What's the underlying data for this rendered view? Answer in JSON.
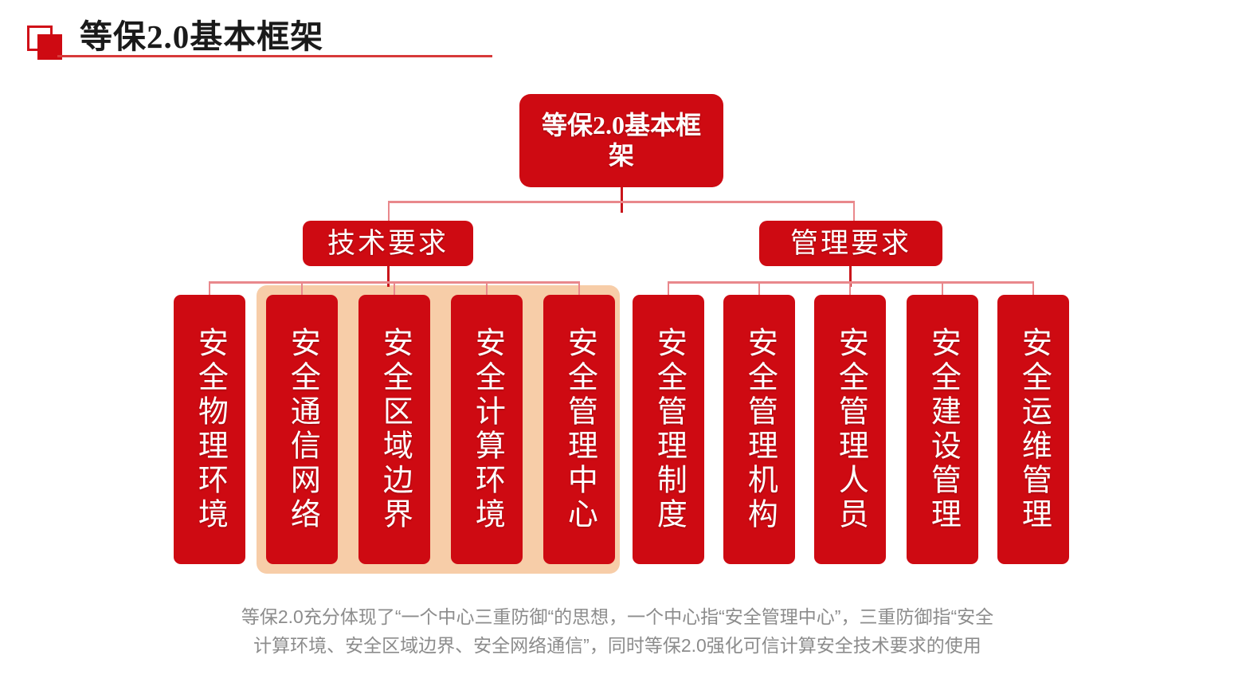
{
  "header": {
    "icon": "double-square-icon",
    "title": "等保2.0基本框架",
    "accent_color": "#CE0A12",
    "rule_color": "#D73A3A"
  },
  "diagram": {
    "type": "org-chart",
    "root": {
      "label": "等保2.0基本框架"
    },
    "branches": [
      {
        "id": "technical",
        "label": "技术要求",
        "children": [
          {
            "label": "安全物理环境",
            "highlighted": false
          },
          {
            "label": "安全通信网络",
            "highlighted": true
          },
          {
            "label": "安全区域边界",
            "highlighted": true
          },
          {
            "label": "安全计算环境",
            "highlighted": true
          },
          {
            "label": "安全管理中心",
            "highlighted": true
          }
        ]
      },
      {
        "id": "management",
        "label": "管理要求",
        "children": [
          {
            "label": "安全管理制度",
            "highlighted": false
          },
          {
            "label": "安全管理机构",
            "highlighted": false
          },
          {
            "label": "安全管理人员",
            "highlighted": false
          },
          {
            "label": "安全建设管理",
            "highlighted": false
          },
          {
            "label": "安全运维管理",
            "highlighted": false
          }
        ]
      }
    ],
    "highlight_color": "#F7CDA8",
    "node_color": "#CE0A12",
    "connector_color": "#E9888C"
  },
  "caption": {
    "line1": "等保2.0充分体现了“一个中心三重防御“的思想，一个中心指“安全管理中心”，三重防御指“安全",
    "line2": "计算环境、安全区域边界、安全网络通信”，同时等保2.0强化可信计算安全技术要求的使用"
  }
}
